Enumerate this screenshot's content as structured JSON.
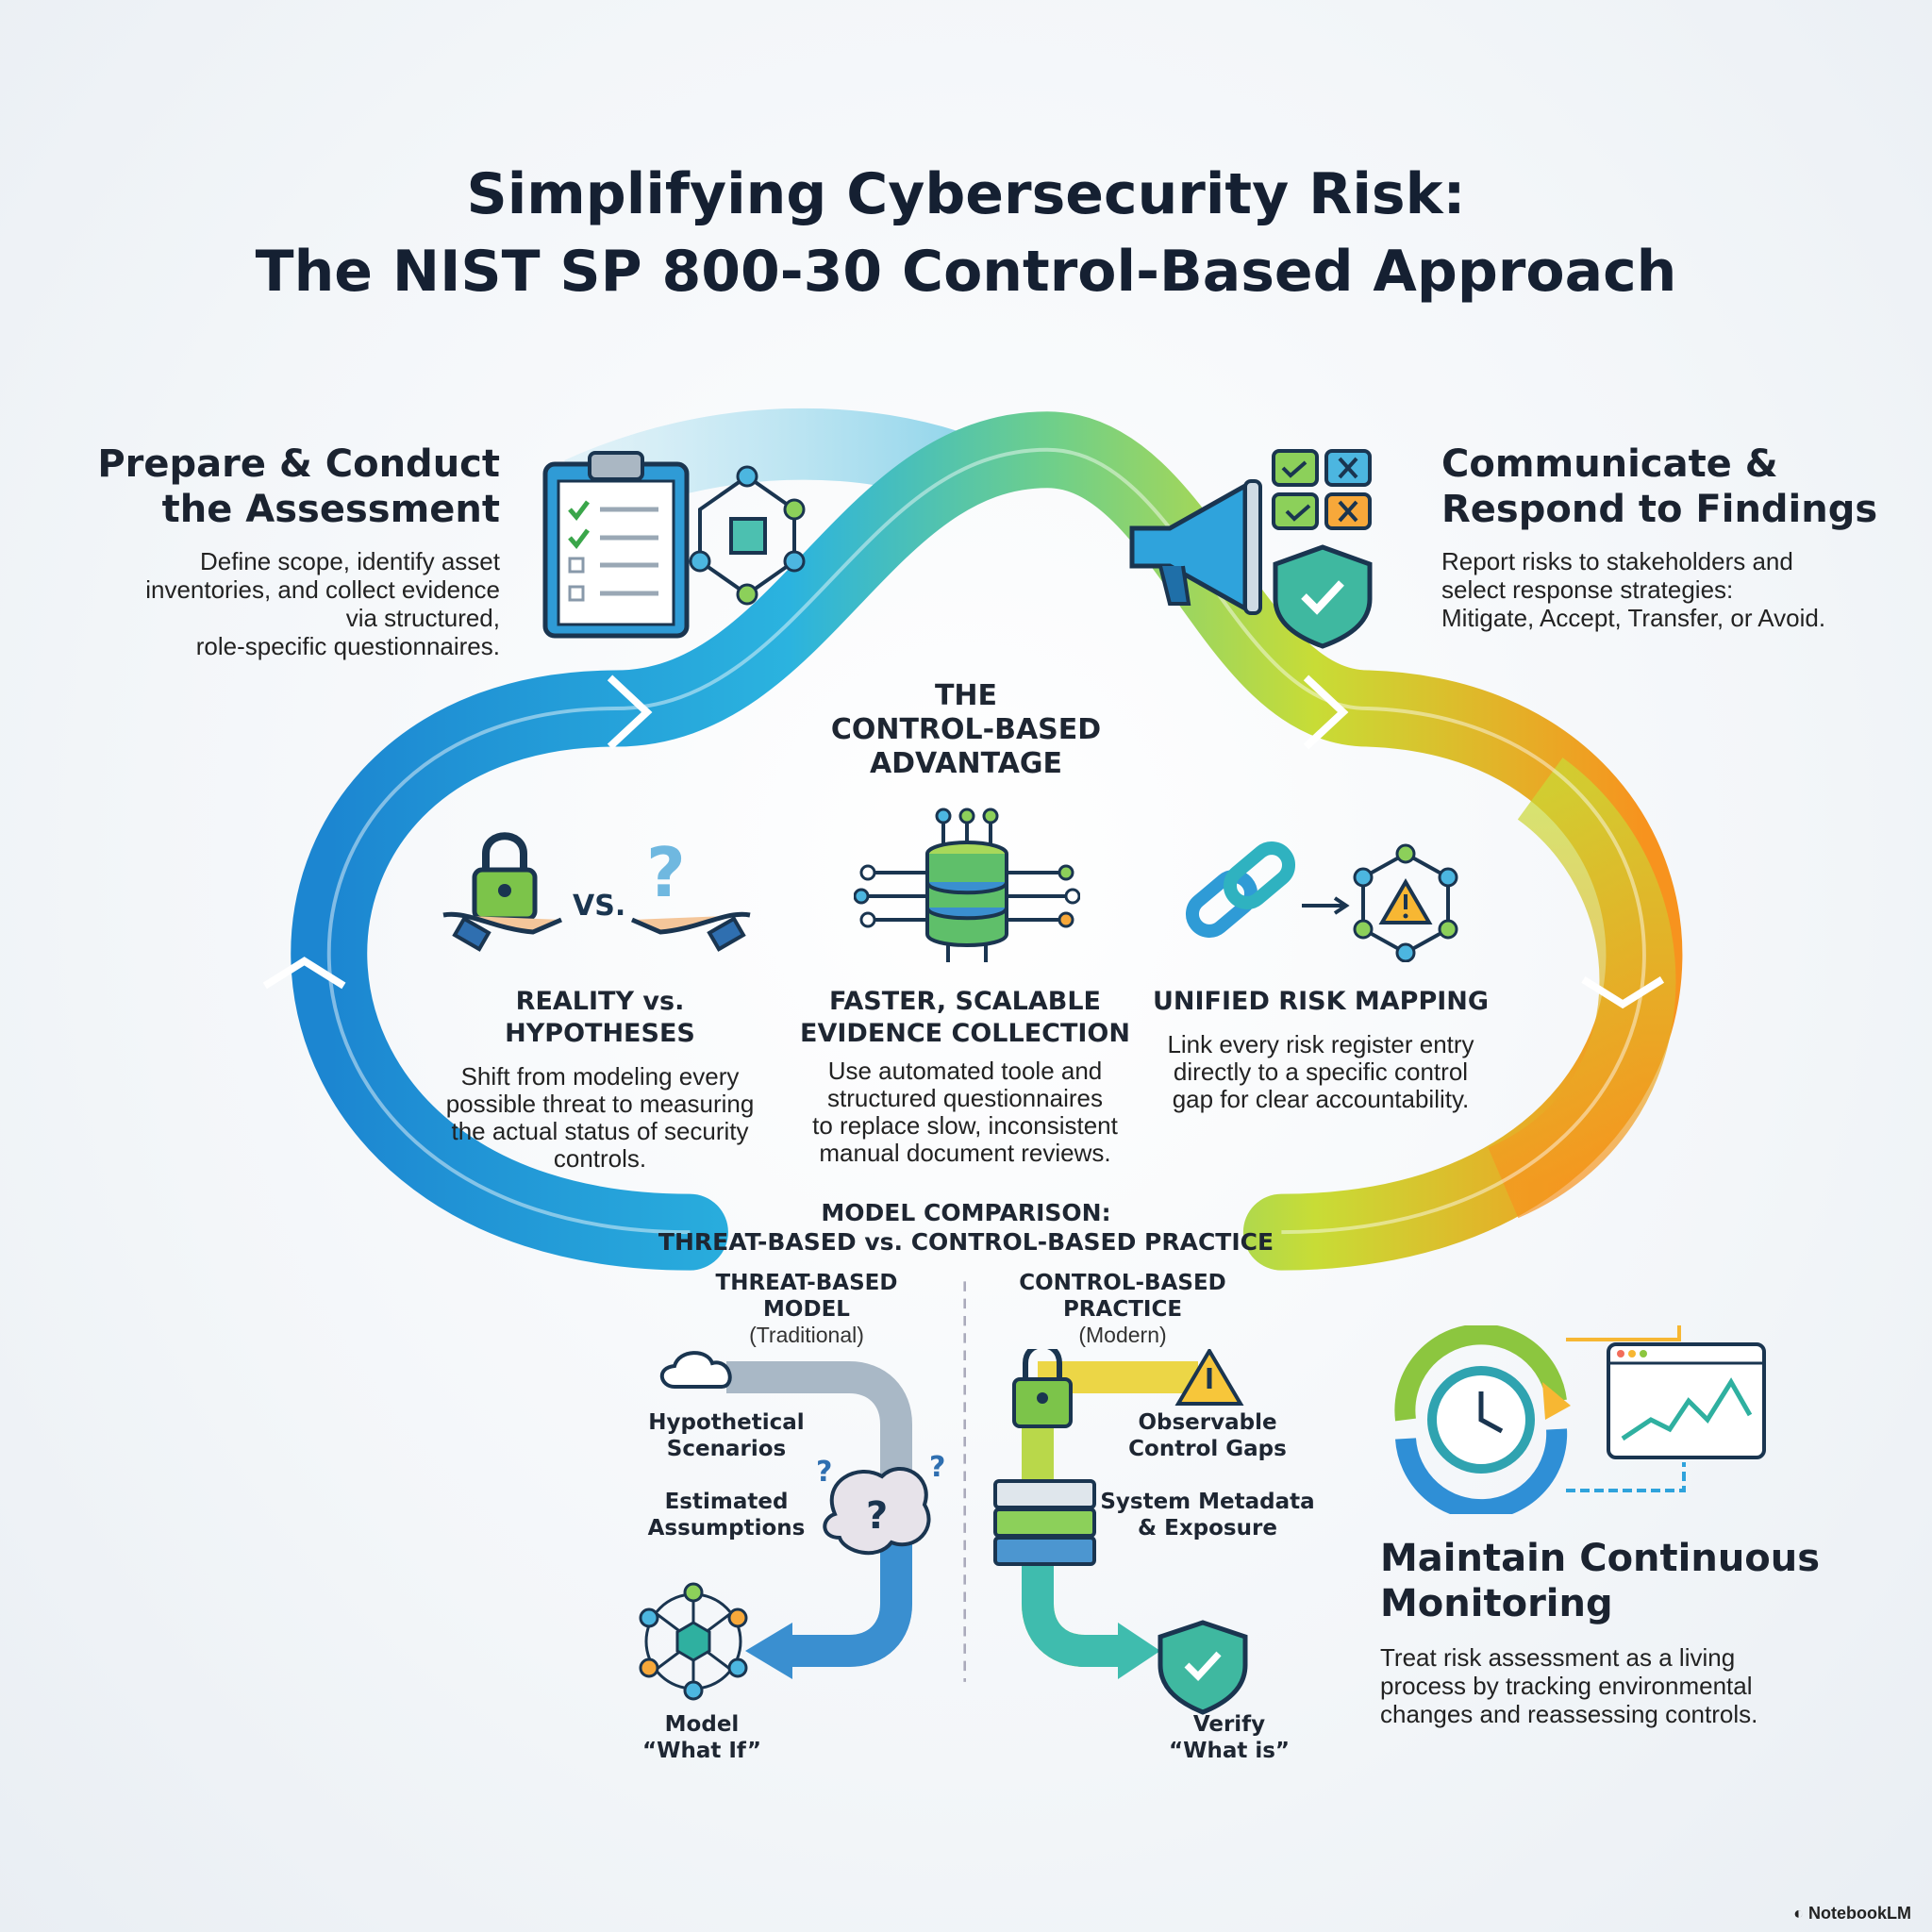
{
  "title": {
    "line1": "Simplifying Cybersecurity Risk:",
    "line2": "The NIST SP 800-30 Control-Based Approach"
  },
  "prepare": {
    "heading1": "Prepare & Conduct",
    "heading2": "the Assessment",
    "desc": [
      "Define scope, identify asset",
      "inventories, and collect evidence",
      "via structured,",
      "role-specific questionnaires."
    ]
  },
  "communicate": {
    "heading1": "Communicate &",
    "heading2": "Respond to Findings",
    "desc": [
      "Report risks to stakeholders and",
      "select response strategies:",
      "Mitigate, Accept, Transfer, or Avoid."
    ]
  },
  "advantage": {
    "lines": [
      "THE",
      "CONTROL-BASED",
      "ADVANTAGE"
    ],
    "columns": [
      {
        "heading": [
          "REALITY vs. HYPOTHESES"
        ],
        "vs_label": "VS.",
        "body": [
          "Shift from modeling every",
          "possible threat to measuring",
          "the actual status of security",
          "controls."
        ]
      },
      {
        "heading": [
          "FASTER, SCALABLE",
          "EVIDENCE COLLECTION"
        ],
        "body": [
          "Use automated toole and",
          "structured questionnaires",
          "to replace slow, inconsistent",
          "manual document reviews."
        ]
      },
      {
        "heading": [
          "UNIFIED RISK MAPPING"
        ],
        "body": [
          "Link every risk register entry",
          "directly to a specific control",
          "gap for clear accountability."
        ]
      }
    ]
  },
  "comparison": {
    "title": [
      "MODEL COMPARISON:",
      "THREAT-BASED vs. CONTROL-BASED PRACTICE"
    ],
    "threat": {
      "heading": [
        "THREAT-BASED",
        "MODEL"
      ],
      "sub": "(Traditional)",
      "steps": [
        "Hypothetical",
        "Scenarios",
        "Estimated",
        "Assumptions"
      ],
      "result": [
        "Model",
        "“What If”"
      ]
    },
    "control": {
      "heading": [
        "CONTROL-BASED",
        "PRACTICE"
      ],
      "sub": "(Modern)",
      "steps": [
        "Observable",
        "Control Gaps",
        "System Metadata",
        "& Exposure"
      ],
      "result": [
        "Verify",
        "“What is”"
      ]
    }
  },
  "monitoring": {
    "heading1": "Maintain Continuous",
    "heading2": "Monitoring",
    "desc": [
      "Treat risk assessment as a living",
      "process by tracking environmental",
      "changes and reassessing controls."
    ]
  },
  "watermark": "NotebookLM",
  "colors": {
    "blue": "#1e8fd6",
    "green": "#8cc63f",
    "yellow": "#e5d125",
    "orange": "#f7931e",
    "text": "#1b2330"
  }
}
